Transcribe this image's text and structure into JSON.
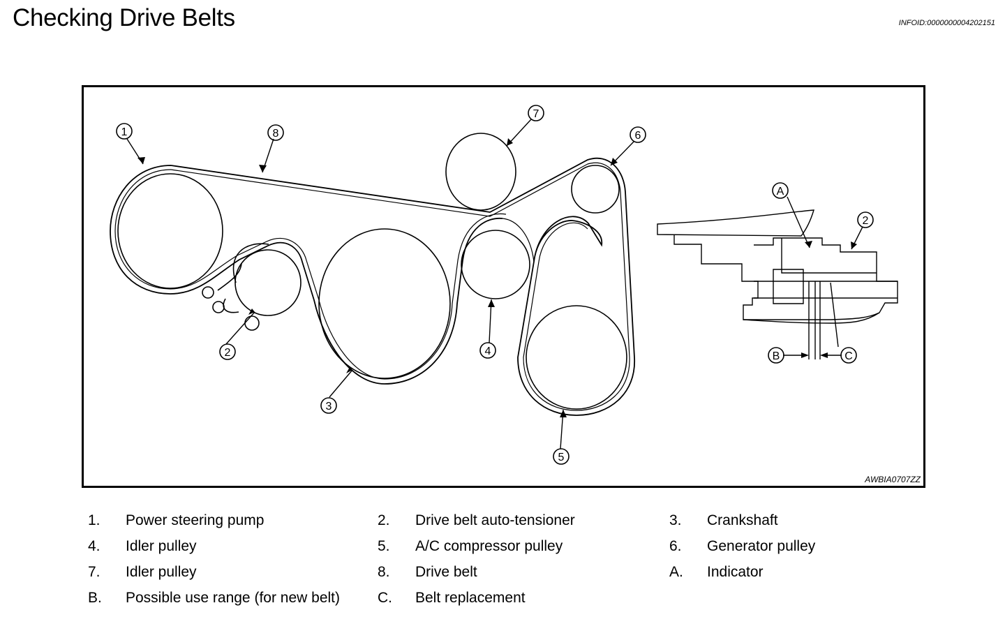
{
  "header": {
    "title": "Checking Drive Belts",
    "info_id": "INFOID:0000000004202151"
  },
  "figure": {
    "code": "AWBIA0707ZZ",
    "callouts": {
      "c1": "1",
      "c2": "2",
      "c3": "3",
      "c4": "4",
      "c5": "5",
      "c6": "6",
      "c7": "7",
      "c8": "8",
      "detail_2": "2",
      "a": "A",
      "b": "B",
      "c": "C"
    }
  },
  "legend": [
    {
      "num": "1.",
      "text": "Power steering pump"
    },
    {
      "num": "2.",
      "text": "Drive belt auto-tensioner"
    },
    {
      "num": "3.",
      "text": "Crankshaft"
    },
    {
      "num": "4.",
      "text": "Idler pulley"
    },
    {
      "num": "5.",
      "text": "A/C compressor pulley"
    },
    {
      "num": "6.",
      "text": "Generator pulley"
    },
    {
      "num": "7.",
      "text": "Idler pulley"
    },
    {
      "num": "8.",
      "text": "Drive belt"
    },
    {
      "num": "A.",
      "text": "Indicator"
    },
    {
      "num": "B.",
      "text": "Possible use range (for new belt)"
    },
    {
      "num": "C.",
      "text": "Belt replacement"
    }
  ]
}
